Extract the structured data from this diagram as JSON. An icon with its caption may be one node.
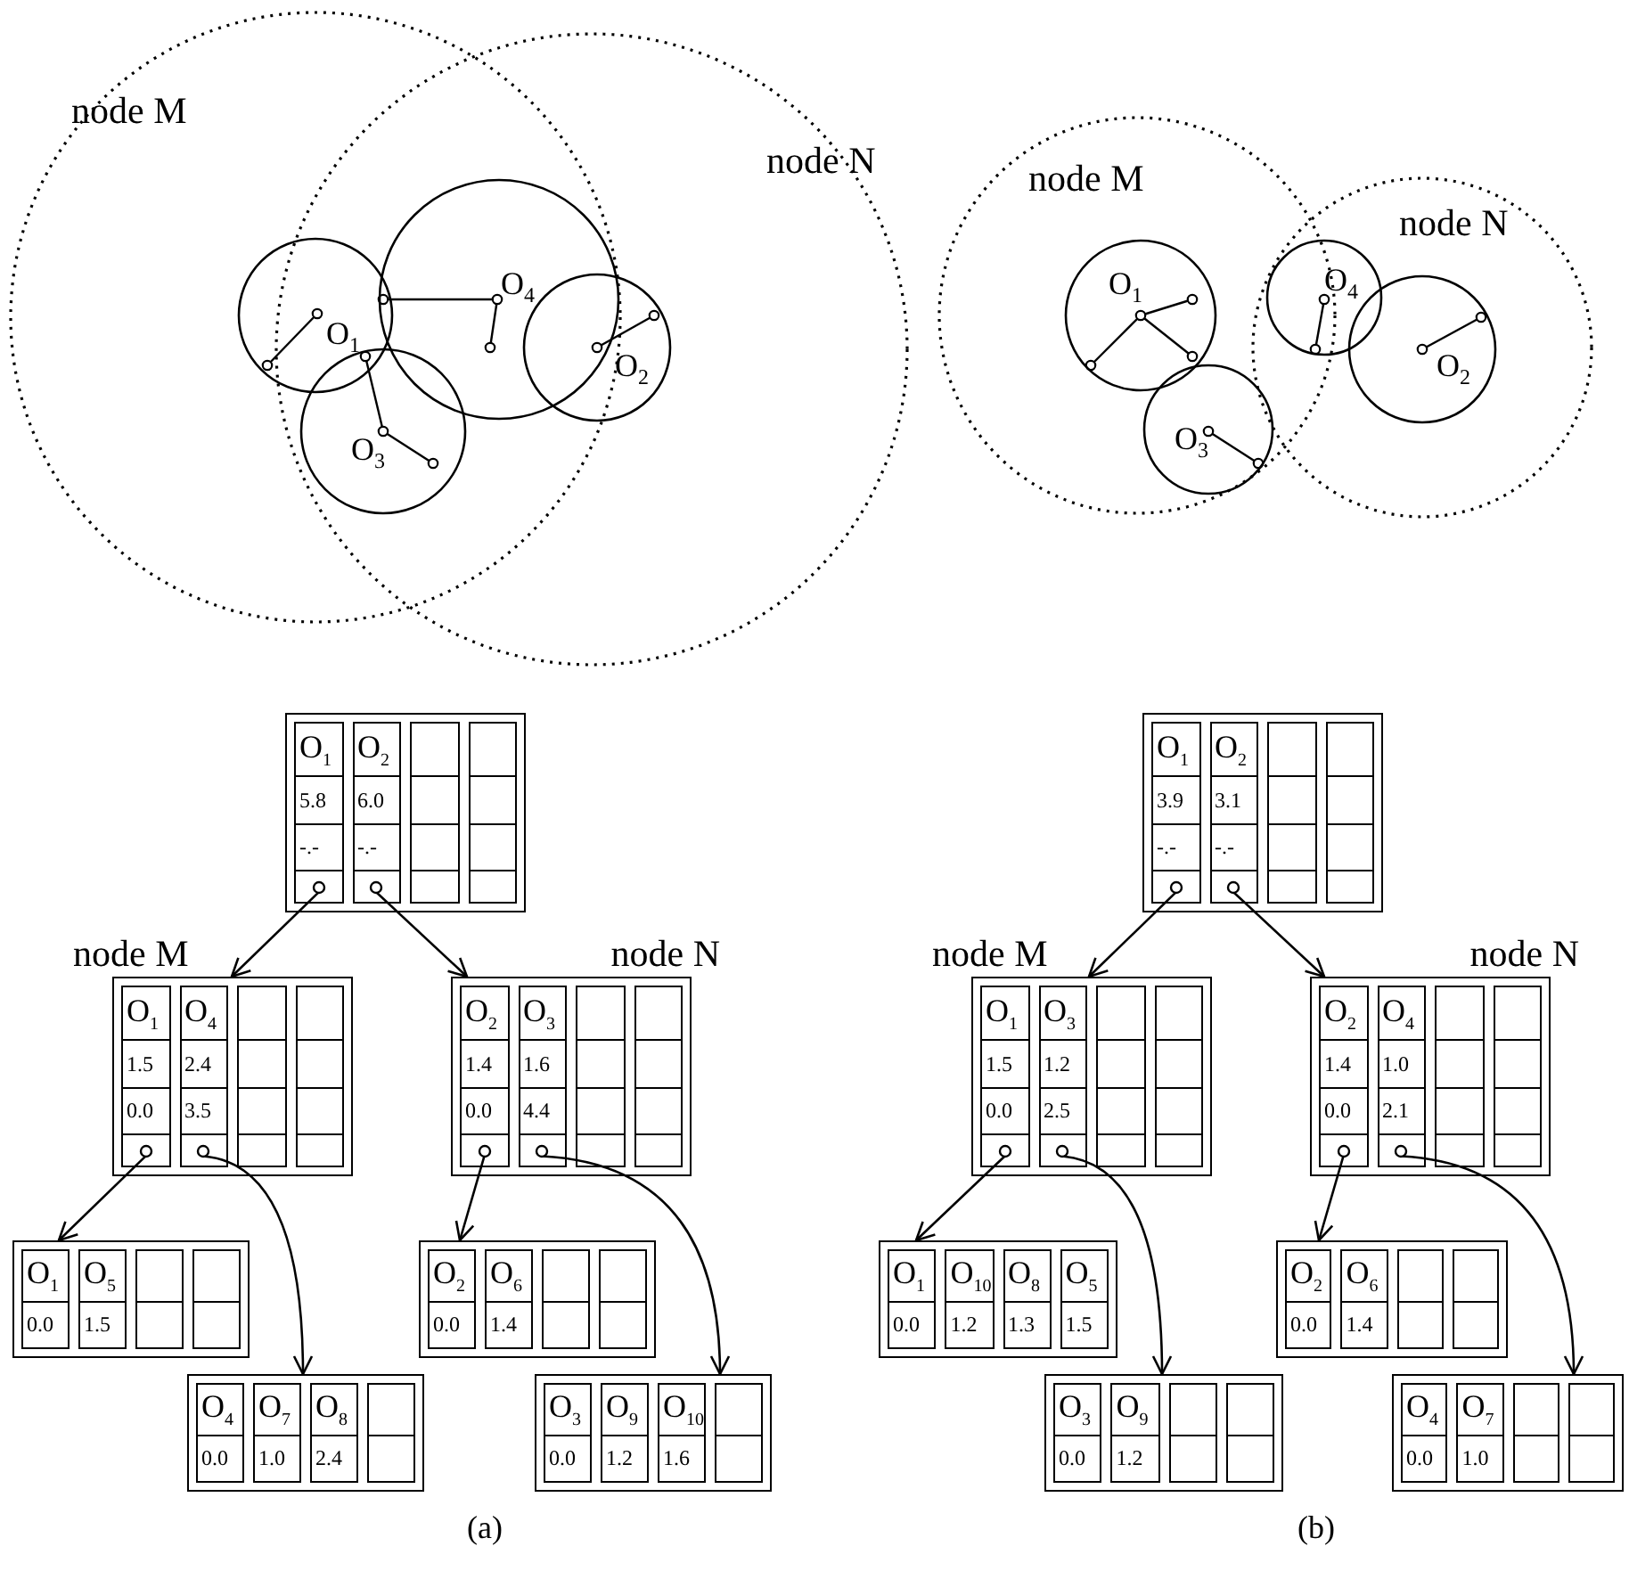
{
  "diagram": {
    "nodes": [
      {
        "text": [
          "node M"
        ]
      },
      {
        "text": [
          "node N"
        ]
      },
      {
        "text": [
          "O$_{1}$"
        ],
        "in": 0
      },
      {
        "text": [
          "O$_{4}$"
        ]
      },
      {
        "text": [
          "O$_{2}$"
        ],
        "in": 1
      },
      {
        "text": [
          "O$_{3}$"
        ]
      },
      {
        "text": [
          "node M"
        ]
      },
      {
        "text": [
          "node N"
        ]
      },
      {
        "text": [
          "O$_{1}$"
        ],
        "in": 6
      },
      {
        "text": [
          "O$_{4}$"
        ],
        "in": 7
      },
      {
        "text": [
          "O$_{2}$"
        ],
        "in": 7
      },
      {
        "text": [
          "O$_{3}$"
        ],
        "in": 6
      },
      {
        "text": [],
        "shape": "box"
      },
      {
        "text": [
          "O$_{1}$",
          "5.8",
          "-.-"
        ],
        "in": 12
      },
      {
        "text": [
          "O$_{2}$",
          "6.0",
          "-.-"
        ],
        "in": 12
      },
      {
        "text": [],
        "shape": "box",
        "in": 12
      },
      {
        "text": [],
        "shape": "box",
        "in": 12
      },
      {
        "text": [
          "node M"
        ]
      },
      {
        "text": [
          "O$_{1}$",
          "1.5",
          "0.0"
        ],
        "in": 17
      },
      {
        "text": [
          "O$_{4}$",
          "2.4",
          "3.5"
        ],
        "in": 17
      },
      {
        "text": [],
        "shape": "box",
        "in": 17
      },
      {
        "text": [],
        "shape": "box",
        "in": 17
      },
      {
        "text": [
          "node N"
        ]
      },
      {
        "text": [
          "O$_{2}$",
          "1.4",
          "0.0"
        ],
        "in": 22
      },
      {
        "text": [
          "O$_{3}$",
          "1.6",
          "4.4"
        ],
        "in": 22
      },
      {
        "text": [],
        "shape": "box",
        "in": 22
      },
      {
        "text": [],
        "shape": "box",
        "in": 22
      },
      {
        "text": [],
        "shape": "box"
      },
      {
        "text": [
          "O$_{1}$",
          "0.0"
        ],
        "in": 27
      },
      {
        "text": [
          "O$_{5}$",
          "1.5"
        ],
        "in": 27
      },
      {
        "text": [],
        "shape": "box",
        "in": 27
      },
      {
        "text": [],
        "shape": "box",
        "in": 27
      },
      {
        "text": [],
        "shape": "box"
      },
      {
        "text": [
          "O$_{2}$",
          "0.0"
        ],
        "in": 32
      },
      {
        "text": [
          "O$_{6}$",
          "1.4"
        ],
        "in": 32
      },
      {
        "text": [],
        "shape": "box",
        "in": 32
      },
      {
        "text": [],
        "shape": "box",
        "in": 32
      },
      {
        "text": [],
        "shape": "box"
      },
      {
        "text": [
          "O$_{4}$",
          "0.0"
        ],
        "in": 37
      },
      {
        "text": [
          "O$_{7}$",
          "1.0"
        ],
        "in": 37
      },
      {
        "text": [
          "O$_{8}$",
          "2.4"
        ],
        "in": 37
      },
      {
        "text": [],
        "shape": "box",
        "in": 37
      },
      {
        "text": [],
        "shape": "box"
      },
      {
        "text": [
          "O$_{3}$",
          "0.0"
        ],
        "in": 42
      },
      {
        "text": [
          "O$_{9}$",
          "1.2"
        ],
        "in": 42
      },
      {
        "text": [
          "O$_{10}$",
          "1.6"
        ],
        "in": 42
      },
      {
        "text": [],
        "shape": "box",
        "in": 42
      },
      {
        "text": [],
        "shape": "box"
      },
      {
        "text": [
          "O$_{1}$",
          "3.9",
          "-.-"
        ],
        "in": 47
      },
      {
        "text": [
          "O$_{2}$",
          "3.1",
          "-.-"
        ],
        "in": 47
      },
      {
        "text": [],
        "shape": "box",
        "in": 47
      },
      {
        "text": [],
        "shape": "box",
        "in": 47
      },
      {
        "text": [
          "node M"
        ]
      },
      {
        "text": [
          "O$_{1}$",
          "1.5",
          "0.0"
        ],
        "in": 52
      },
      {
        "text": [
          "O$_{3}$",
          "1.2",
          "2.5"
        ],
        "in": 52
      },
      {
        "text": [],
        "shape": "box",
        "in": 52
      },
      {
        "text": [],
        "shape": "box",
        "in": 52
      },
      {
        "text": [
          "node N"
        ]
      },
      {
        "text": [
          "O$_{2}$",
          "1.4",
          "0.0"
        ],
        "in": 57
      },
      {
        "text": [
          "O$_{4}$",
          "1.0",
          "2.1"
        ],
        "in": 57
      },
      {
        "text": [],
        "shape": "box",
        "in": 57
      },
      {
        "text": [],
        "shape": "box",
        "in": 57
      },
      {
        "text": [],
        "shape": "box"
      },
      {
        "text": [
          "O$_{1}$",
          "0.0"
        ],
        "in": 62
      },
      {
        "text": [
          "O$_{10}$",
          "1.2"
        ],
        "in": 62
      },
      {
        "text": [
          "O$_{8}$",
          "1.3"
        ],
        "in": 62
      },
      {
        "text": [
          "O$_{5}$",
          "1.5"
        ],
        "in": 62
      },
      {
        "text": [],
        "shape": "box"
      },
      {
        "text": [
          "O$_{2}$",
          "0.0"
        ],
        "in": 67
      },
      {
        "text": [
          "O$_{6}$",
          "1.4"
        ],
        "in": 67
      },
      {
        "text": [],
        "shape": "box",
        "in": 67
      },
      {
        "text": [],
        "shape": "box",
        "in": 67
      },
      {
        "text": [],
        "shape": "box"
      },
      {
        "text": [
          "O$_{3}$",
          "0.0"
        ],
        "in": 72
      },
      {
        "text": [
          "O$_{9}$",
          "1.2"
        ],
        "in": 72
      },
      {
        "text": [],
        "shape": "box",
        "in": 72
      },
      {
        "text": [],
        "shape": "box",
        "in": 72
      },
      {
        "text": [],
        "shape": "box"
      },
      {
        "text": [
          "O$_{4}$",
          "0.0"
        ],
        "in": 77
      },
      {
        "text": [
          "O$_{7}$",
          "1.0"
        ],
        "in": 77
      },
      {
        "text": [],
        "shape": "box",
        "in": 77
      },
      {
        "text": [],
        "shape": "box",
        "in": 77
      }
    ],
    "edges": [
      {
        "from": 13,
        "to": 17,
        "arrow": "to"
      },
      {
        "from": 14,
        "to": 22,
        "arrow": "to"
      },
      {
        "from": 18,
        "to": 27,
        "arrow": "to"
      },
      {
        "from": 19,
        "to": 37,
        "arrow": "to"
      },
      {
        "from": 23,
        "to": 32,
        "arrow": "to"
      },
      {
        "from": 24,
        "to": 42,
        "arrow": "to"
      },
      {
        "from": 48,
        "to": 52,
        "arrow": "to"
      },
      {
        "from": 49,
        "to": 57,
        "arrow": "to"
      },
      {
        "from": 53,
        "to": 62,
        "arrow": "to"
      },
      {
        "from": 54,
        "to": 72,
        "arrow": "to"
      },
      {
        "from": 58,
        "to": 67,
        "arrow": "to"
      },
      {
        "from": 59,
        "to": 77,
        "arrow": "to"
      }
    ],
    "labels": [
      "(a)",
      "(b)"
    ]
  }
}
